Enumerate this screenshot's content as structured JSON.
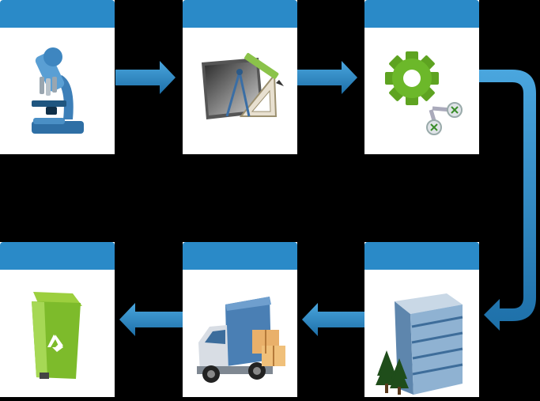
{
  "stages": [
    {
      "id": "research",
      "icon": "microscope-icon"
    },
    {
      "id": "design",
      "icon": "drafting-tools-icon"
    },
    {
      "id": "manufacturing",
      "icon": "gear-wrench-icon"
    },
    {
      "id": "distribution",
      "icon": "building-trees-icon"
    },
    {
      "id": "transport",
      "icon": "delivery-truck-icon"
    },
    {
      "id": "disposal",
      "icon": "recycle-bin-icon"
    }
  ],
  "colors": {
    "accent": "#2a8ac8",
    "background": "#000000",
    "card": "#ffffff"
  }
}
